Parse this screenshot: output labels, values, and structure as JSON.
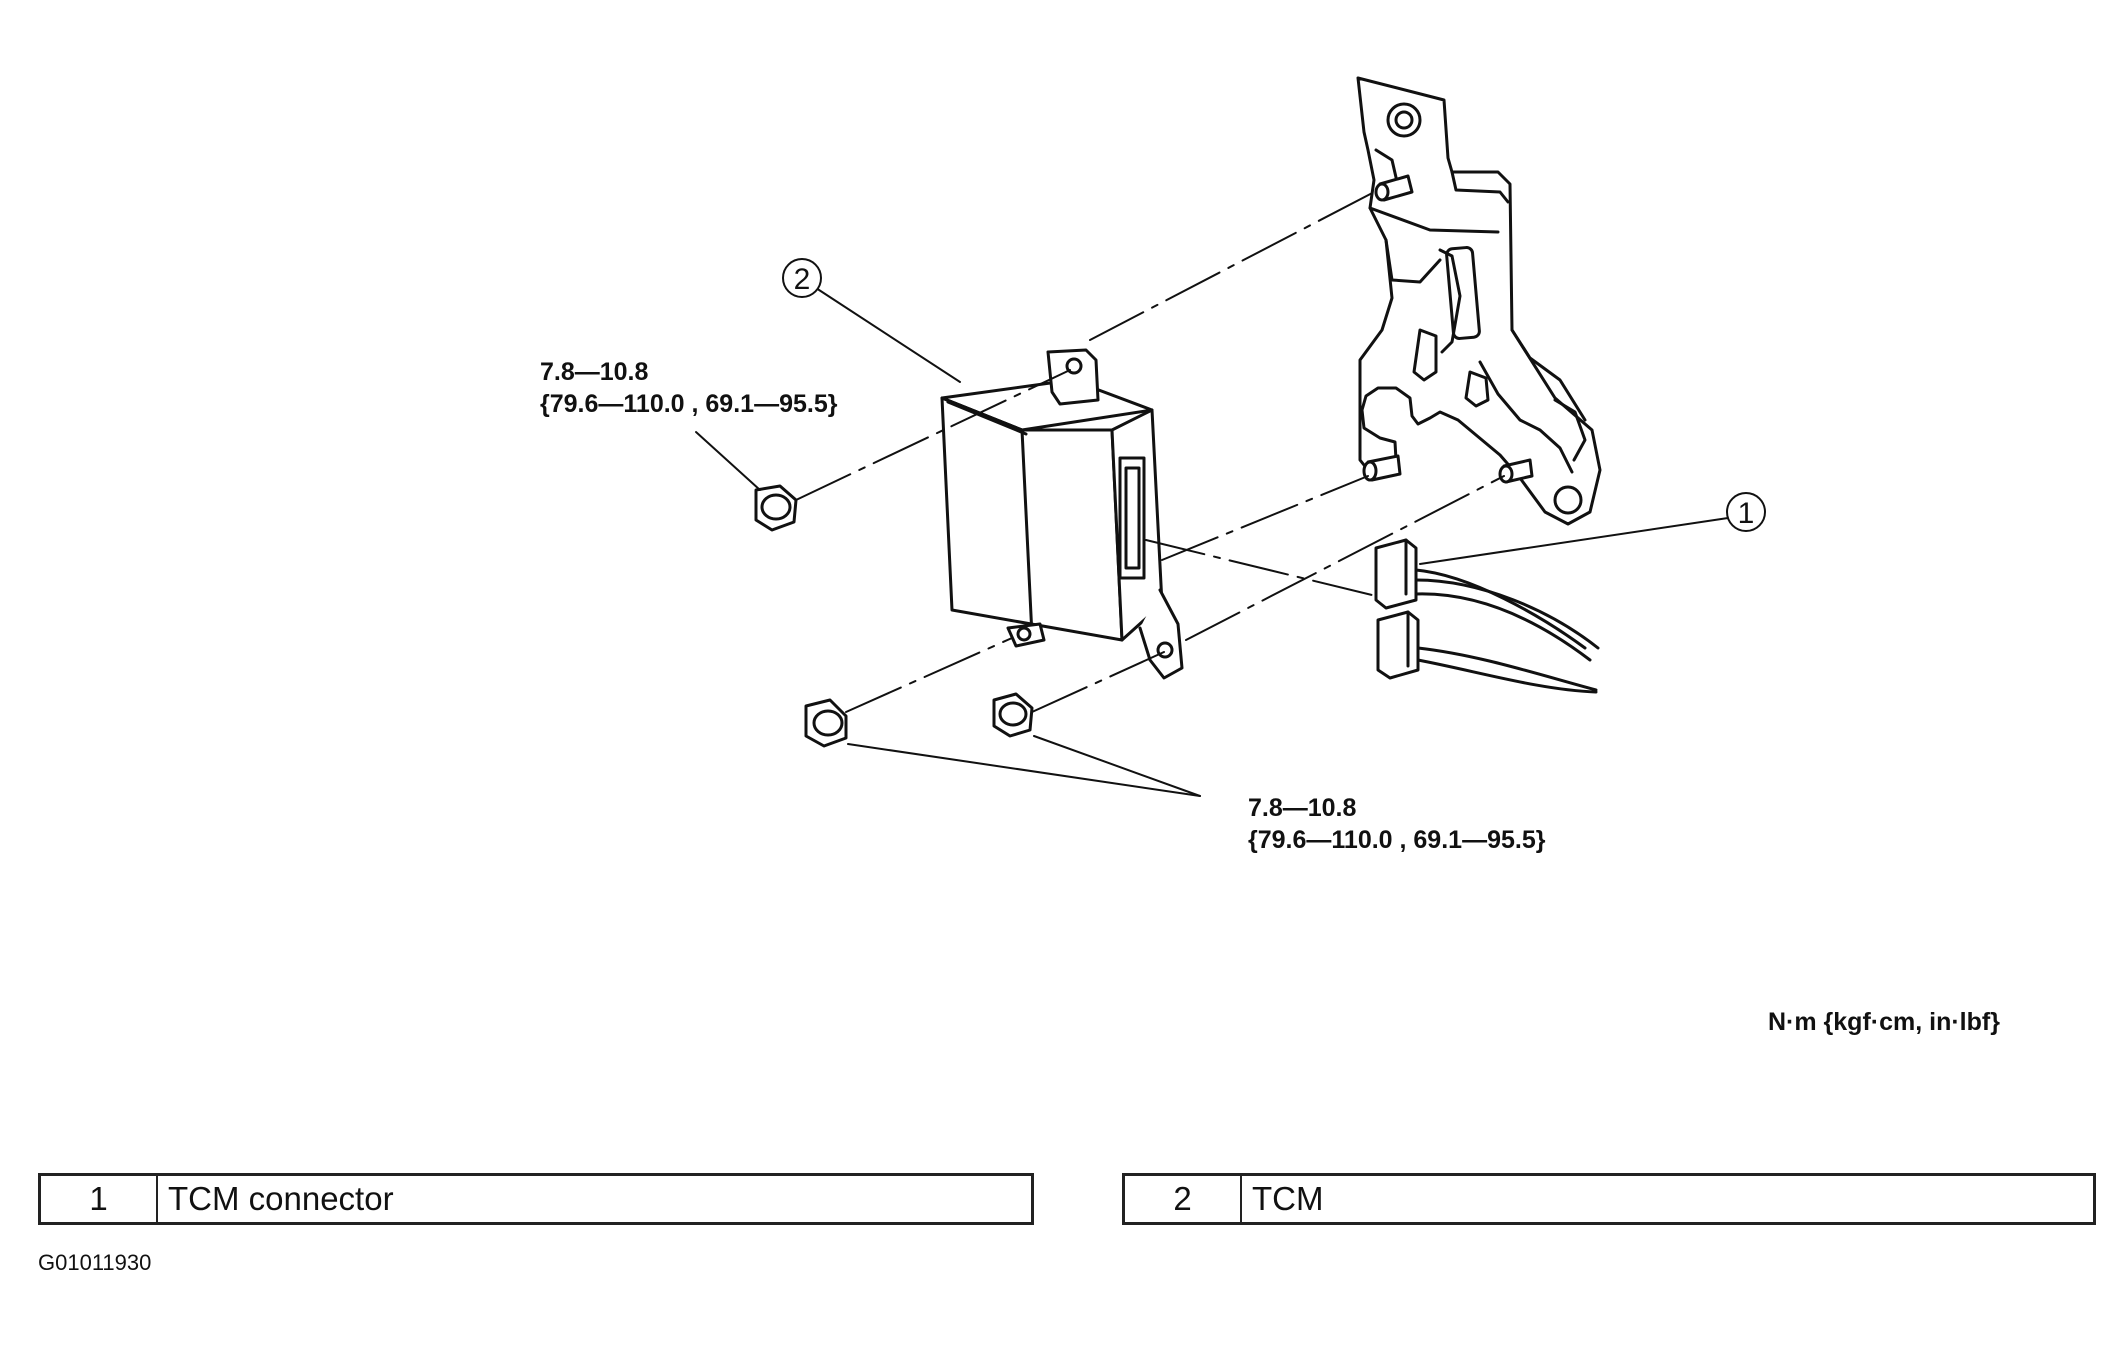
{
  "callouts": {
    "connector_number": "1",
    "tcm_number": "2"
  },
  "torque_upper": {
    "value": "7.8—10.8",
    "alt_units": "{79.6—110.0 , 69.1—95.5}"
  },
  "torque_lower": {
    "value": "7.8—10.8",
    "alt_units": "{79.6—110.0 , 69.1—95.5}"
  },
  "units_note": "N·m {kgf·cm, in·lbf}",
  "legend": [
    {
      "number": "1",
      "label": "TCM connector"
    },
    {
      "number": "2",
      "label": "TCM"
    }
  ],
  "figure_code": "G01011930"
}
